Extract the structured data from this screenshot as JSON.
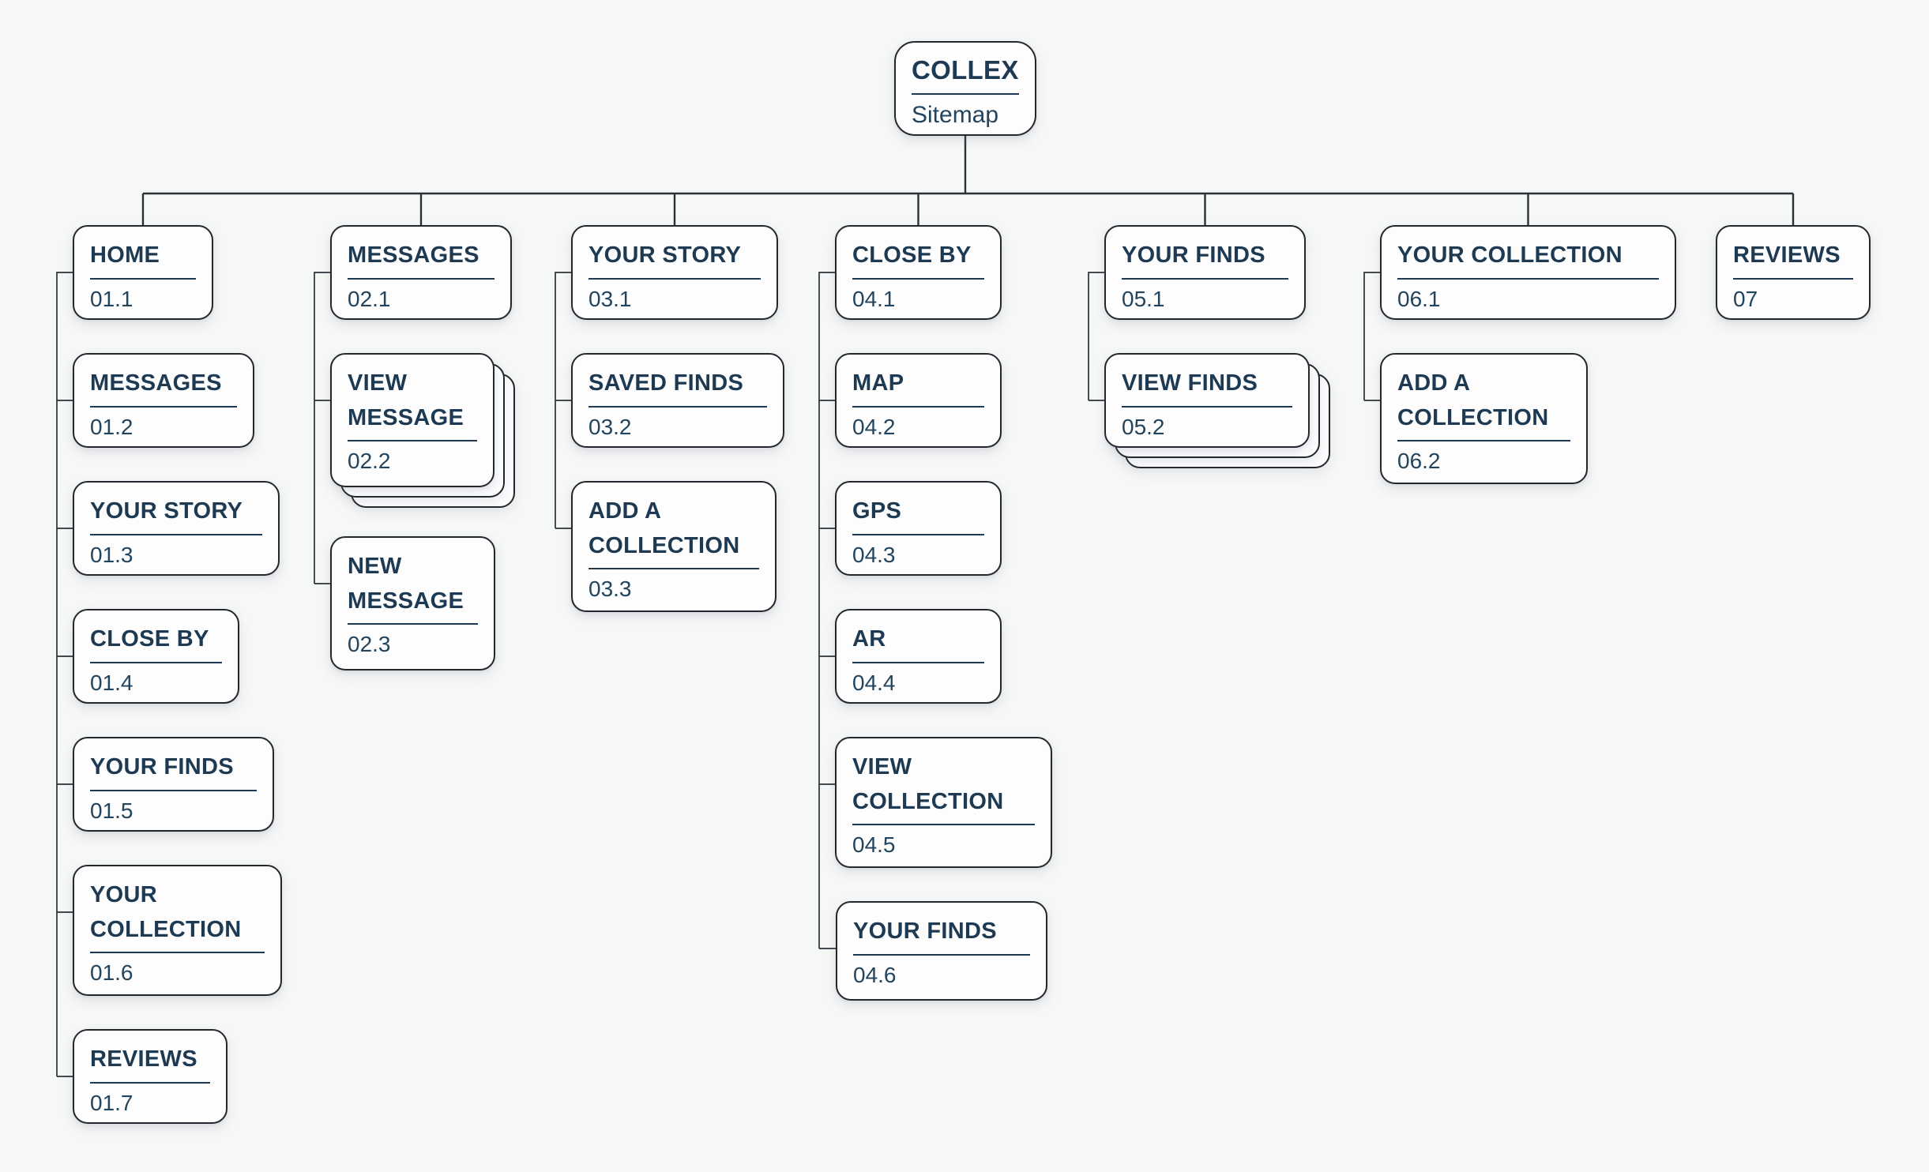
{
  "root": {
    "label": "COLLEX",
    "sublabel": "Sitemap"
  },
  "columns": [
    {
      "parent": {
        "label": "HOME",
        "code": "01.1"
      },
      "children": [
        {
          "label": "MESSAGES",
          "code": "01.2"
        },
        {
          "label": "YOUR STORY",
          "code": "01.3"
        },
        {
          "label": "CLOSE BY",
          "code": "01.4"
        },
        {
          "label": "YOUR FINDS",
          "code": "01.5"
        },
        {
          "label": "YOUR COLLECTION",
          "code": "01.6"
        },
        {
          "label": "REVIEWS",
          "code": "01.7"
        }
      ]
    },
    {
      "parent": {
        "label": "MESSAGES",
        "code": "02.1"
      },
      "children": [
        {
          "label": "VIEW MESSAGE",
          "code": "02.2",
          "stacked": true
        },
        {
          "label": "NEW MESSAGE",
          "code": "02.3"
        }
      ]
    },
    {
      "parent": {
        "label": "YOUR STORY",
        "code": "03.1"
      },
      "children": [
        {
          "label": "SAVED FINDS",
          "code": "03.2"
        },
        {
          "label": "ADD A COLLECTION",
          "code": "03.3"
        }
      ]
    },
    {
      "parent": {
        "label": "CLOSE BY",
        "code": "04.1"
      },
      "children": [
        {
          "label": "MAP",
          "code": "04.2"
        },
        {
          "label": "GPS",
          "code": "04.3"
        },
        {
          "label": "AR",
          "code": "04.4"
        },
        {
          "label": "VIEW COLLECTION",
          "code": "04.5"
        },
        {
          "label": "YOUR FINDS",
          "code": "04.6"
        }
      ]
    },
    {
      "parent": {
        "label": "YOUR FINDS",
        "code": "05.1"
      },
      "children": [
        {
          "label": "VIEW FINDS",
          "code": "05.2",
          "stacked": true
        }
      ]
    },
    {
      "parent": {
        "label": "YOUR COLLECTION",
        "code": "06.1"
      },
      "children": [
        {
          "label": "ADD A COLLECTION",
          "code": "06.2"
        }
      ]
    },
    {
      "parent": {
        "label": "REVIEWS",
        "code": "07"
      },
      "children": []
    }
  ],
  "colors": {
    "text_navy": "#1d3a52",
    "card_border": "#23282e",
    "connector_line": "#2b3137",
    "page_background": "#f6f7f7",
    "card_background": "#fdfdfe"
  }
}
